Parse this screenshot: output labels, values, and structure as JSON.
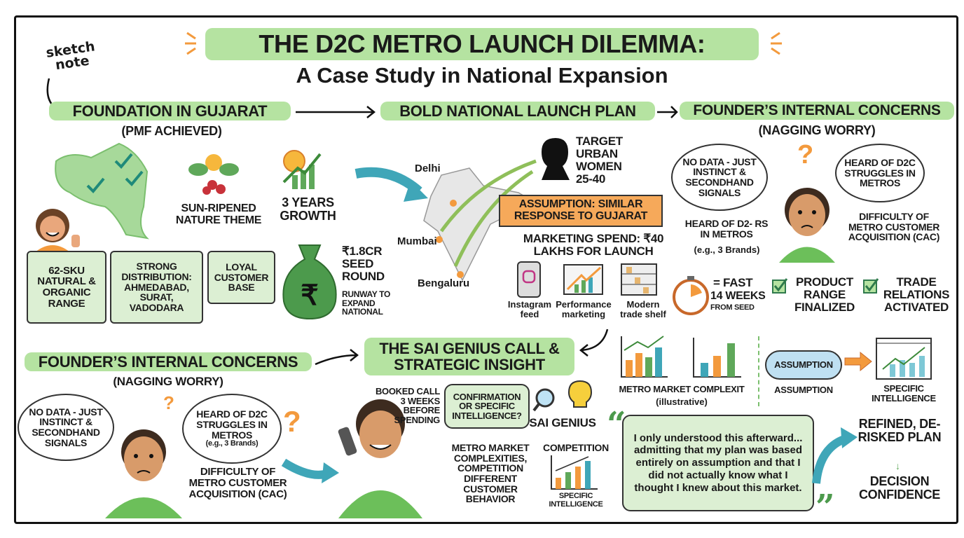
{
  "title": {
    "main": "THE D2C METRO LAUNCH DILEMMA:",
    "subtitle": "A Case Study in National Expansion",
    "tag": "sketch note"
  },
  "foundation": {
    "heading": "FOUNDATION IN GUJARAT",
    "sub": "(PMF ACHIEVED)",
    "theme": "SUN-RIPENED NATURE THEME",
    "growth": "3 YEARS GROWTH",
    "boxes": [
      "62-SKU NATURAL & ORGANIC RANGE",
      "STRONG DISTRIBUTION: AHMEDABAD, SURAT, VADODARA",
      "LOYAL CUSTOMER BASE"
    ],
    "seed": "₹1.8CR SEED ROUND",
    "runway": "RUNWAY TO EXPAND NATIONAL"
  },
  "launch": {
    "heading": "BOLD NATIONAL LAUNCH PLAN",
    "cities": [
      "Delhi",
      "Mumbai",
      "Bengaluru"
    ],
    "target": "TARGET URBAN WOMEN 25-40",
    "assumption": "ASSUMPTION: SIMILAR RESPONSE TO GUJARAT",
    "spend": "MARKETING SPEND: ₹40 LAKHS FOR LAUNCH",
    "channels": [
      "Instagram feed",
      "Performance marketing",
      "Modern trade shelf"
    ],
    "timer_fast": "= FAST",
    "timer_weeks": "14 WEEKS",
    "timer_from": "FROM SEED",
    "checks": [
      "PRODUCT RANGE FINALIZED",
      "TRADE RELATIONS ACTIVATED"
    ]
  },
  "concerns_top": {
    "heading": "FOUNDER’S INTERNAL CONCERNS",
    "sub": "(NAGGING WORRY)",
    "thought1": "NO DATA - JUST INSTINCT & SECONDHAND SIGNALS",
    "thought2": "HEARD OF D2C STRUGGLES IN METROS",
    "left_note": "HEARD OF D2- RS IN METROS",
    "left_eg": "(e.g., 3 Brands)",
    "right_note": "DIFFICULTY OF METRO CUSTOMER ACQUISITION (CAC)"
  },
  "concerns_bottom": {
    "heading": "FOUNDER’S INTERNAL CONCERNS",
    "sub": "(NAGGING WORRY)",
    "thought1": "NO DATA - JUST INSTINCT & SECONDHAND SIGNALS",
    "thought2": "HEARD OF D2C STRUGGLES IN METROS",
    "thought2_eg": "(e.g., 3 Brands)",
    "note": "DIFFICULTY OF METRO CUSTOMER ACQUISITION (CAC)"
  },
  "call": {
    "heading": "THE SAI GENiUS CALL & STRATEGIC INSIGHT",
    "booked": "BOOKED CALL 3 WEEKS BEFORE SPENDING",
    "bubble": "CONFIRMATION OR SPECIFIC INTELLIGENCE?",
    "brand": "SAI GENiUS",
    "complexities": "METRO MARKET COMPLEXITIES, COMPETITION DIFFERENT CUSTOMER BEHAVIOR",
    "competition": "COMPETITION",
    "specific": "SPECIFIC INTELLIGENCE"
  },
  "right": {
    "chart_label": "METRO MARKET COMPLEXIT",
    "chart_sub": "(illustrative)",
    "cloud": "ASSUMPTION",
    "cloud_label": "ASSUMPTION",
    "intel": "SPECIFIC INTELLIGENCE",
    "quote": "I only understood this afterward... admitting that my plan was based entirely on assumption and that I did not actually know what I thought I knew about this market.",
    "refined": "REFINED, DE-RISKED PLAN",
    "decision": "DECISION CONFIDENCE"
  },
  "colors": {
    "green": "#b5e3a1",
    "box": "#dcefd3",
    "orange": "#f39a3d",
    "teal": "#3fa6b8"
  }
}
